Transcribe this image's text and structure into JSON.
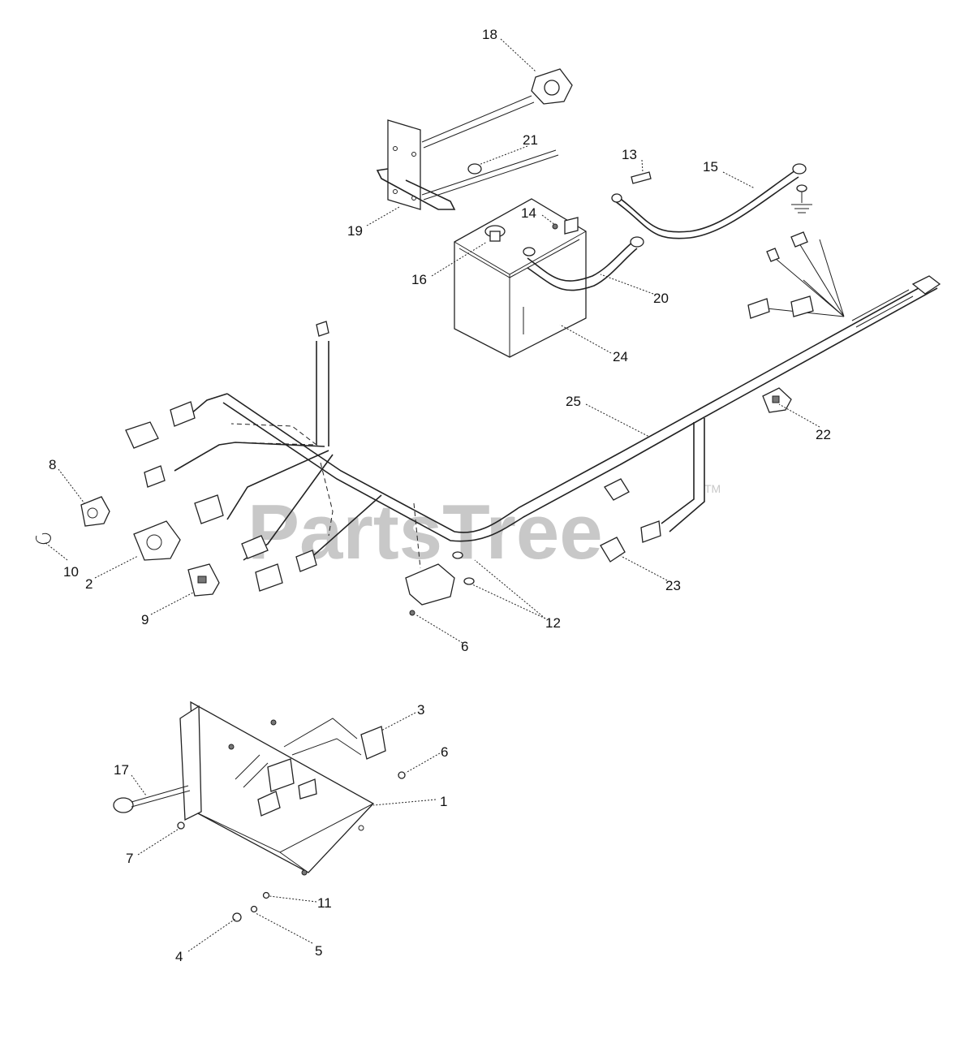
{
  "watermark": {
    "text": "PartsTree",
    "trademark": "TM"
  },
  "callouts": {
    "c1": "1",
    "c2": "2",
    "c3": "3",
    "c4": "4",
    "c5": "5",
    "c6a": "6",
    "c6b": "6",
    "c7": "7",
    "c8": "8",
    "c9": "9",
    "c10": "10",
    "c11": "11",
    "c12": "12",
    "c13": "13",
    "c14": "14",
    "c15": "15",
    "c16": "16",
    "c17": "17",
    "c18": "18",
    "c19": "19",
    "c20": "20",
    "c21": "21",
    "c22": "22",
    "c23": "23",
    "c24": "24",
    "c25": "25"
  }
}
